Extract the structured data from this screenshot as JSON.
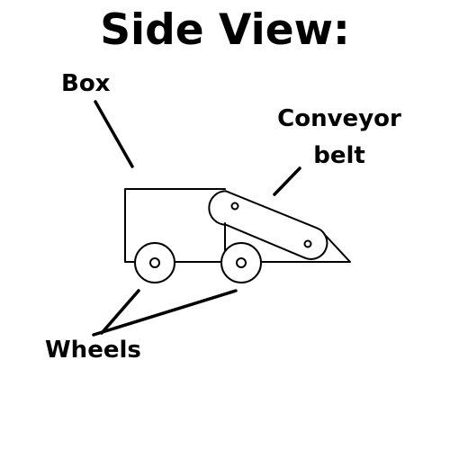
{
  "title": "Side View:",
  "labels": {
    "box": "Box",
    "conveyor_line1": "Conveyor",
    "conveyor_line2": "belt",
    "wheels": "Wheels"
  },
  "colors": {
    "stroke": "#000000",
    "background": "#ffffff"
  }
}
